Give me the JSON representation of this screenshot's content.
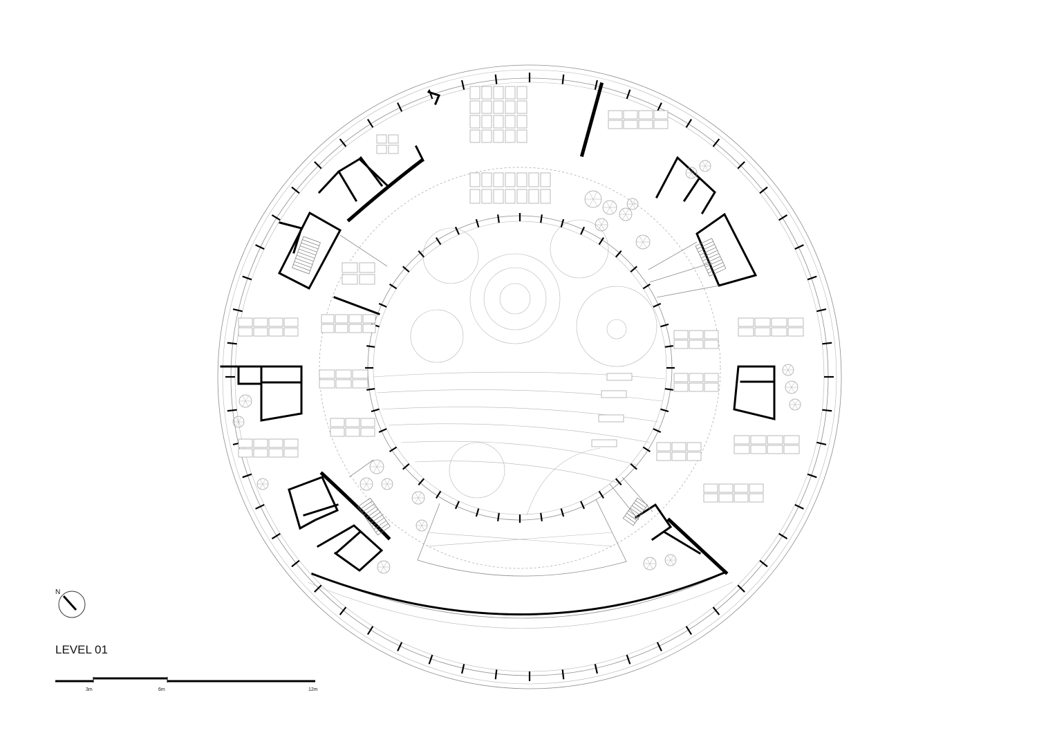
{
  "drawing": {
    "level_title": "LEVEL 01",
    "north_label": "N",
    "scale_bar": {
      "ticks": [
        "3m",
        "6m",
        "12m"
      ]
    }
  }
}
